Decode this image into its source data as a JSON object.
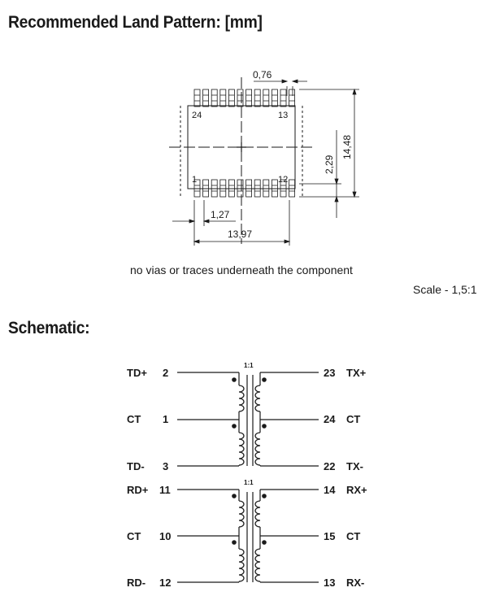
{
  "headings": {
    "land_pattern": "Recommended Land Pattern: [mm]",
    "schematic": "Schematic:"
  },
  "land_pattern": {
    "dims": {
      "pad_width": "0,76",
      "pitch": "1,27",
      "span": "13,97",
      "height": "14,48",
      "pad_length": "2,29"
    },
    "pin_labels": {
      "top_left": "24",
      "top_right": "13",
      "bottom_left": "1",
      "bottom_right": "12"
    },
    "note": "no vias or traces underneath the component",
    "scale": "Scale - 1,5:1"
  },
  "schematic": {
    "transformers": [
      {
        "ratio": "1:1",
        "left": [
          {
            "name": "TD+",
            "pin": "2"
          },
          {
            "name": "CT",
            "pin": "1"
          },
          {
            "name": "TD-",
            "pin": "3"
          }
        ],
        "right": [
          {
            "pin": "23",
            "name": "TX+"
          },
          {
            "pin": "24",
            "name": "CT"
          },
          {
            "pin": "22",
            "name": "TX-"
          }
        ]
      },
      {
        "ratio": "1:1",
        "left": [
          {
            "name": "RD+",
            "pin": "11"
          },
          {
            "name": "CT",
            "pin": "10"
          },
          {
            "name": "RD-",
            "pin": "12"
          }
        ],
        "right": [
          {
            "pin": "14",
            "name": "RX+"
          },
          {
            "pin": "15",
            "name": "CT"
          },
          {
            "pin": "13",
            "name": "RX-"
          }
        ]
      }
    ]
  }
}
